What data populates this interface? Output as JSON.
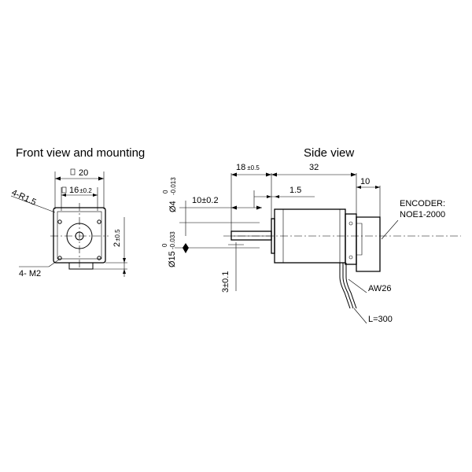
{
  "front": {
    "title": "Front view and mounting",
    "dim_20": "20",
    "dim_16": "16",
    "dim_16_tol": "±0.2",
    "dim_2": "2",
    "dim_2_tol": "±0.5",
    "r_label": "4-R1.5",
    "m_label": "4- M2"
  },
  "side": {
    "title": "Side view",
    "dim_18": "18",
    "dim_18_tol": "±0.5",
    "dim_32": "32",
    "dim_10": "10",
    "dim_10_02": "10±0.2",
    "dim_15": "1.5",
    "dia4_main": "Ø4",
    "dia4_upper": "0",
    "dia4_lower": "-0.013",
    "dia15_main": "Ø15",
    "dia15_upper": "0",
    "dia15_lower": "-0.033",
    "dim_3": "3±0.1",
    "encoder_1": "ENCODER:",
    "encoder_2": "NOE1-2000",
    "aw": "AW26",
    "length": "L=300"
  }
}
